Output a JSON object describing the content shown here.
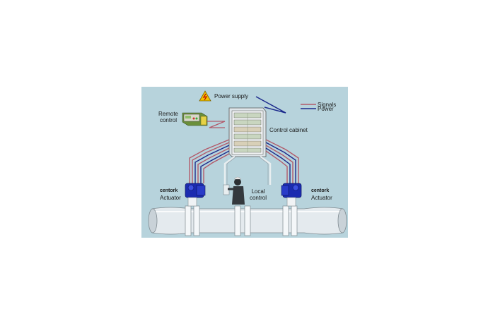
{
  "labels": {
    "power_supply": "Power supply",
    "signals": "Signals",
    "power": "Power",
    "remote_control": "Remote control",
    "control_cabinet": "Control cabinet",
    "local_control": "Local control",
    "brand_left": "centork",
    "actuator_left": "Actuator",
    "brand_right": "centork",
    "actuator_right": "Actuator"
  },
  "colors": {
    "background": "#b7d3dc",
    "signals_line": "#b25a6a",
    "power_line": "#1c2a8c",
    "actuator_blue": "#1b2bb0",
    "pipe": "#e4eaee",
    "warning": "#f2c200"
  },
  "icons": [
    "warning-icon",
    "remote-control-panel-icon",
    "control-cabinet-icon",
    "actuator-icon",
    "operator-icon",
    "pipe-icon"
  ]
}
